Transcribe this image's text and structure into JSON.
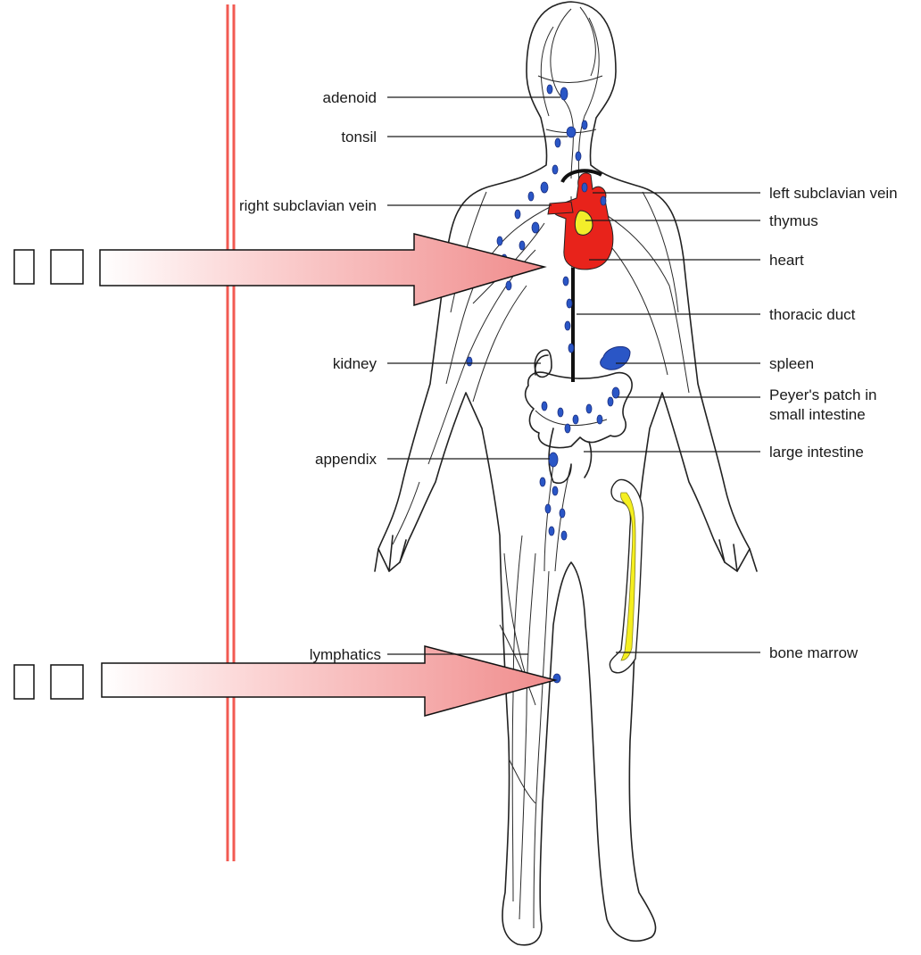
{
  "labels_left": {
    "adenoid": "adenoid",
    "tonsil": "tonsil",
    "right_subclavian_vein": "right subclavian vein",
    "kidney": "kidney",
    "appendix": "appendix",
    "lymphatics": "lymphatics"
  },
  "labels_right": {
    "left_subclavian_vein": "left subclavian vein",
    "thymus": "thymus",
    "heart": "heart",
    "thoracic_duct": "thoracic duct",
    "spleen": "spleen",
    "peyers_line1": "Peyer's patch in",
    "peyers_line2": "small intestine",
    "large_intestine": "large intestine",
    "bone_marrow": "bone marrow"
  },
  "callouts": [
    {
      "glyph1": "",
      "glyph2": ""
    },
    {
      "glyph1": "",
      "glyph2": ""
    }
  ],
  "colors": {
    "heart": "#e8231b",
    "thymus": "#f2ee2a",
    "bone_marrow": "#f5ef1f",
    "nodes_and_spleen": "#2a56c6",
    "arrow": "#f08c8c",
    "vertical_line": "#f25a52"
  }
}
